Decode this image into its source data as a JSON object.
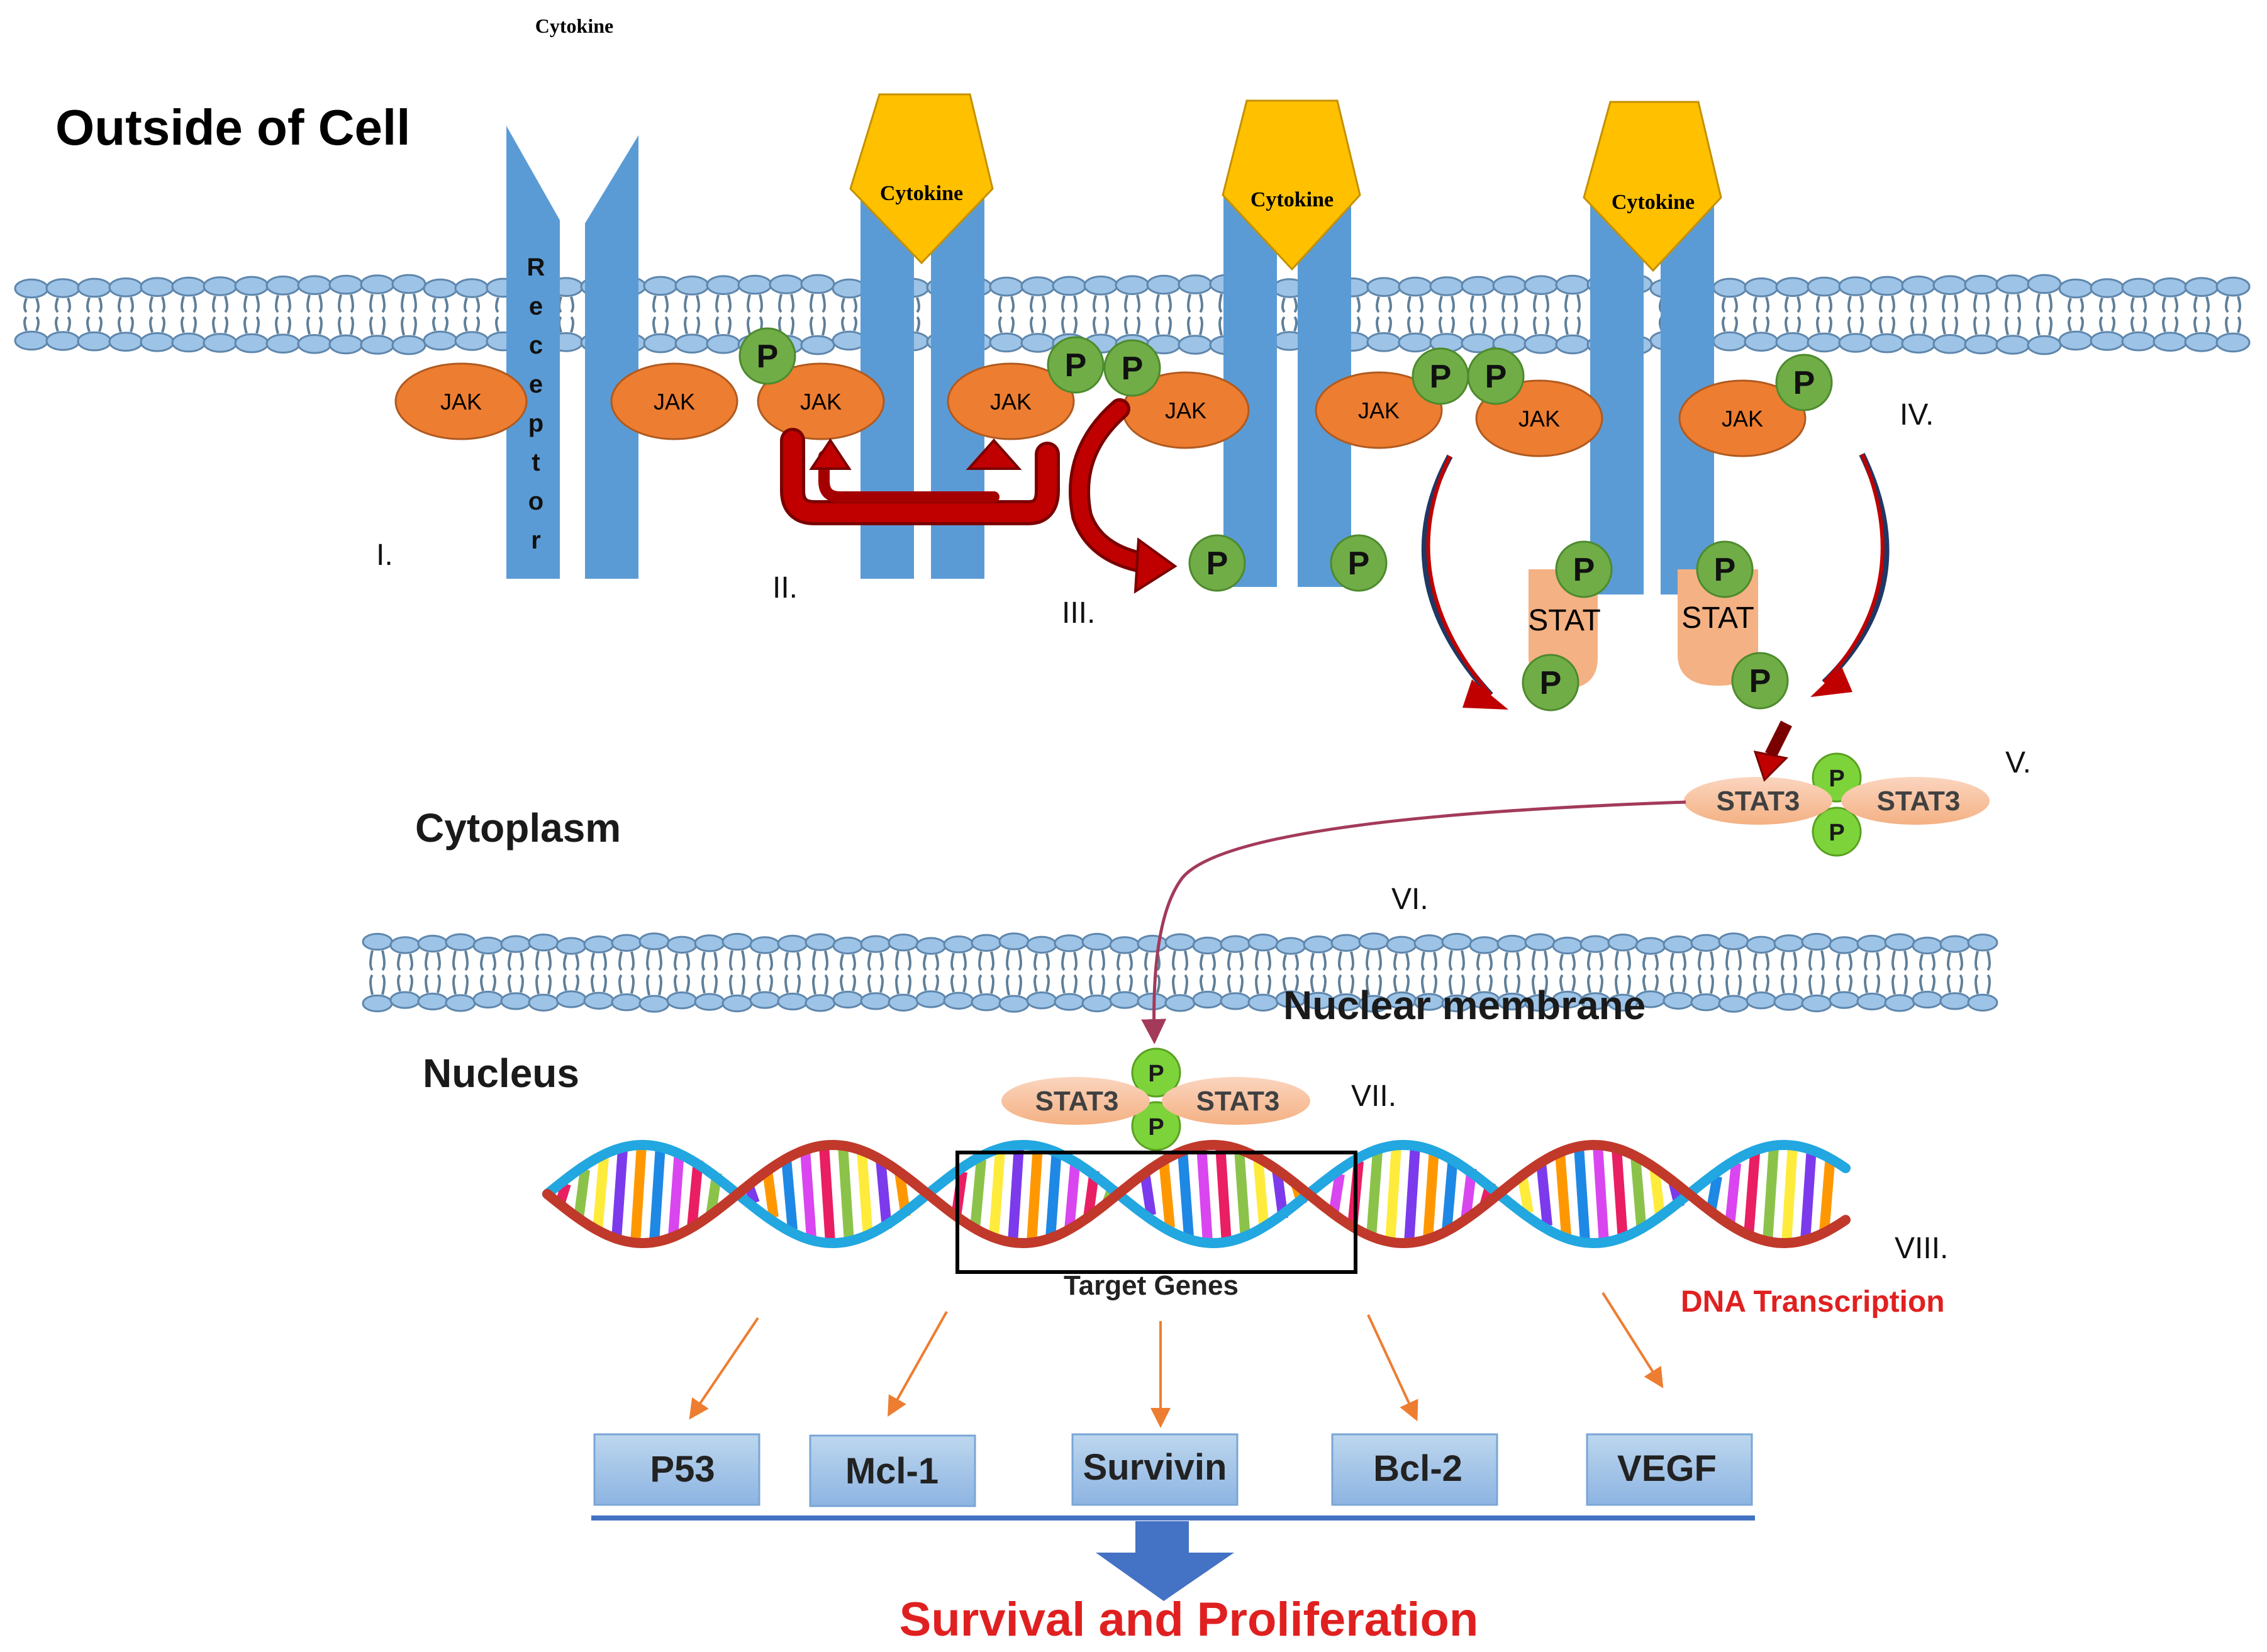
{
  "labels": {
    "outside": "Outside of Cell",
    "cytoplasm": "Cytoplasm",
    "nuclear_membrane": "Nuclear membrane",
    "nucleus": "Nucleus",
    "target_genes": "Target Genes",
    "dna_transcription": "DNA Transcription",
    "outcome": "Survival and Proliferation",
    "receptor_letters": [
      "R",
      "e",
      "c",
      "e",
      "p",
      "t",
      "o",
      "r"
    ]
  },
  "cytokines": [
    "Cytokine",
    "Cytokine",
    "Cytokine",
    "Cytokine"
  ],
  "steps": [
    "I.",
    "II.",
    "III.",
    "IV.",
    "V.",
    "VI.",
    "VII.",
    "VIII."
  ],
  "jak": [
    "JAK",
    "JAK",
    "JAK",
    "JAK",
    "JAK",
    "JAK",
    "JAK",
    "JAK"
  ],
  "phospho": "P",
  "stat": [
    "STAT",
    "STAT"
  ],
  "stat3": [
    "STAT3",
    "STAT3",
    "STAT3",
    "STAT3"
  ],
  "genes": [
    "P53",
    "Mcl-1",
    "Survivin",
    "Bcl-2",
    "VEGF"
  ],
  "colors": {
    "receptor": "#5b9bd5",
    "jak": "#ed7d31",
    "phospho": "#70ad47",
    "stat": "#f4b183",
    "cytokine": "#ffc000",
    "arrow_red": "#c00000",
    "membrane": "#9dc3e6",
    "gene_box": "#9dc3e6",
    "dna_red": "#c0392b",
    "dna_blue": "#22a7e0",
    "outcome_arrow": "#4472c4"
  }
}
